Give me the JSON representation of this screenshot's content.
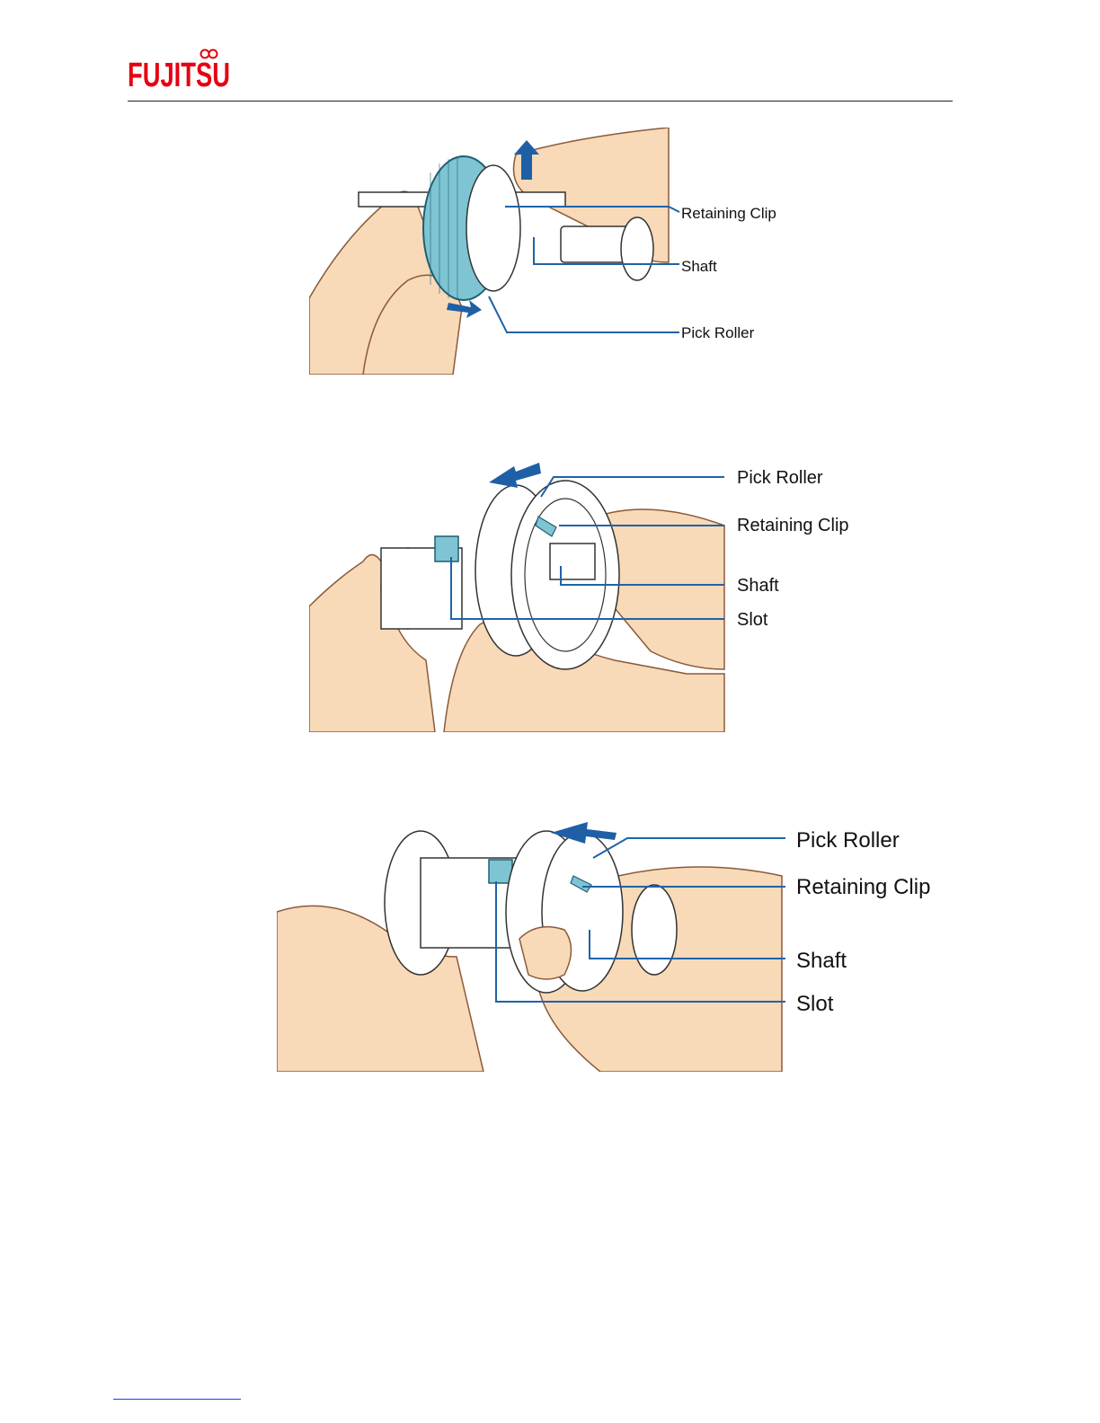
{
  "header": {
    "logo_text": "FUJITSU",
    "brand_color": "#e60012"
  },
  "figures": [
    {
      "labels": {
        "retaining_clip": "Retaining Clip",
        "shaft": "Shaft",
        "pick_roller": "Pick Roller"
      }
    },
    {
      "labels": {
        "pick_roller": "Pick Roller",
        "retaining_clip": "Retaining Clip",
        "shaft": "Shaft",
        "slot": "Slot"
      }
    },
    {
      "labels": {
        "pick_roller": "Pick Roller",
        "retaining_clip": "Retaining Clip",
        "shaft": "Shaft",
        "slot": "Slot"
      }
    }
  ],
  "colors": {
    "leader_line": "#1f63a8",
    "roller_highlight": "#7fc4d2",
    "skin": "#f8d9b8",
    "arrow": "#1f5fa6"
  }
}
